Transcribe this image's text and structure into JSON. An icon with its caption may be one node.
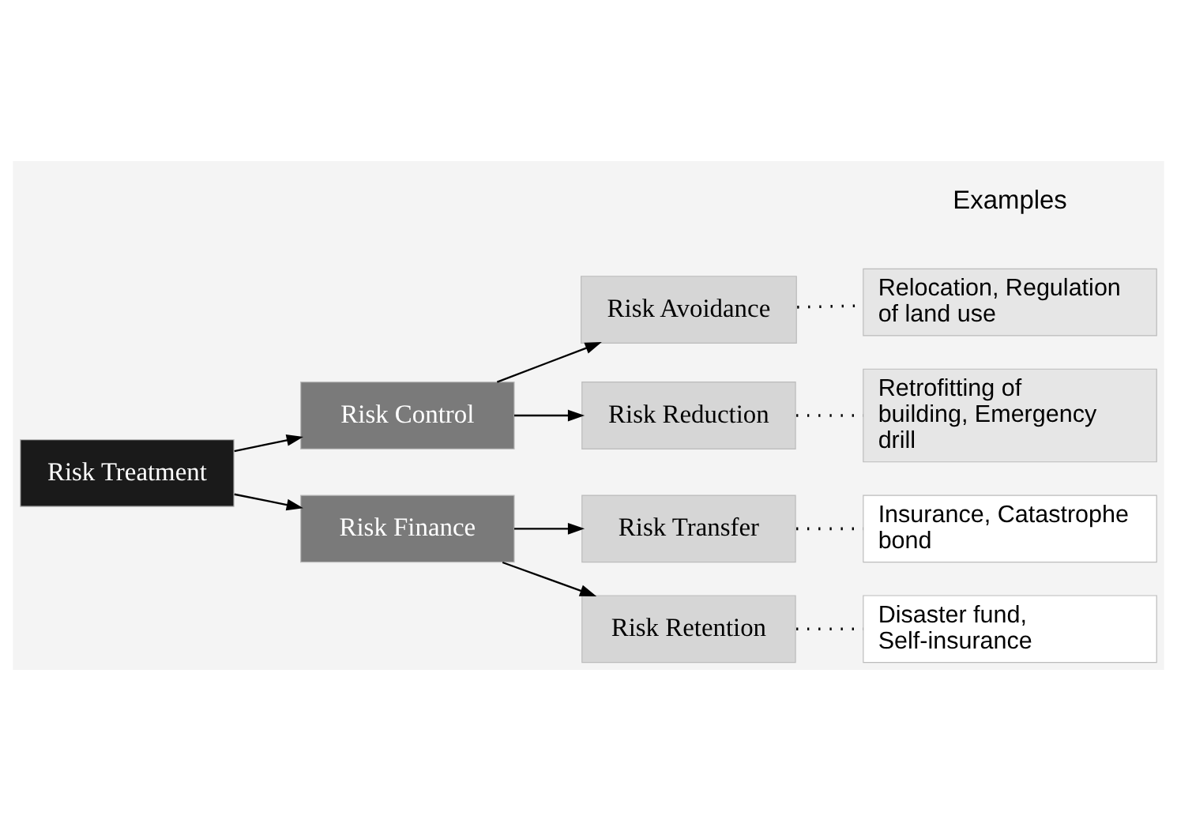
{
  "diagram": {
    "nodes": [
      {
        "text": [
          "Risk Treatment"
        ]
      },
      {
        "text": [
          "Risk Control"
        ]
      },
      {
        "text": [
          "Risk Avoidance"
        ]
      },
      {
        "text": [
          "Risk Reduction"
        ]
      },
      {
        "text": [
          "Risk Finance"
        ]
      },
      {
        "text": [
          "Risk Transfer"
        ]
      },
      {
        "text": [
          "Risk Retention"
        ]
      },
      {
        "text": [
          "Relocation, Regulation of land use"
        ]
      },
      {
        "text": [
          "Retrofitting of building, Emergency drill"
        ]
      },
      {
        "text": [
          "Insurance, Catastrophe bond"
        ]
      },
      {
        "text": [
          "Disaster fund, Self-insurance"
        ]
      }
    ],
    "edges": [
      {
        "from": 0,
        "to": 1,
        "arrow": "to"
      },
      {
        "from": 1,
        "to": 2,
        "arrow": "to"
      },
      {
        "from": 1,
        "to": 3,
        "arrow": "to"
      },
      {
        "from": 0,
        "to": 4,
        "arrow": "to"
      },
      {
        "from": 4,
        "to": 5,
        "arrow": "to"
      },
      {
        "from": 4,
        "to": 6,
        "arrow": "to"
      },
      {
        "from": 2,
        "to": 7,
        "arrow": "none",
        "style": "dashed"
      },
      {
        "from": 3,
        "to": 8,
        "arrow": "none",
        "style": "dashed"
      },
      {
        "from": 5,
        "to": 9,
        "arrow": "none",
        "style": "dashed"
      },
      {
        "from": 6,
        "to": 10,
        "arrow": "none",
        "style": "dashed"
      }
    ],
    "labels": [
      "Examples"
    ]
  }
}
